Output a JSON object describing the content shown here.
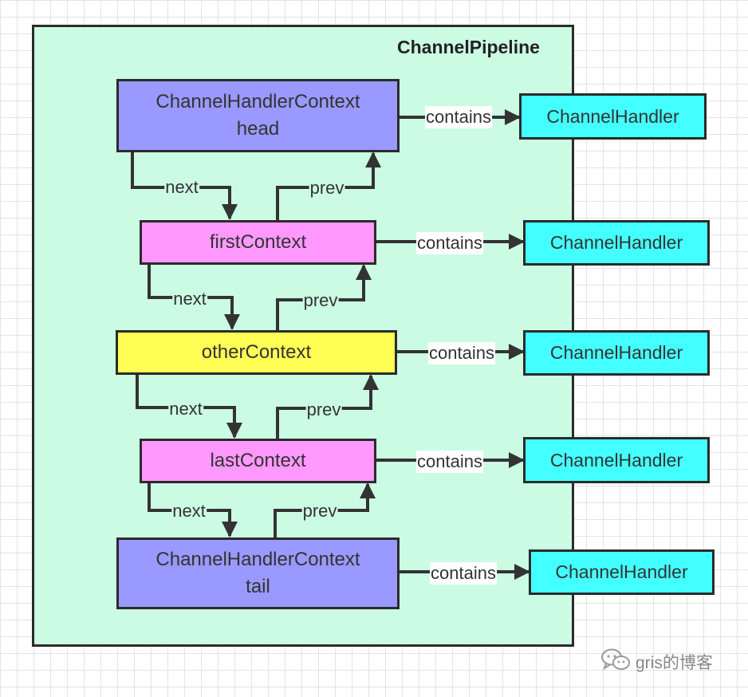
{
  "diagram": {
    "pipeline_label": "ChannelPipeline",
    "contexts": [
      {
        "line1": "ChannelHandlerContext",
        "line2": "head",
        "color": "#9999ff"
      },
      {
        "line1": "firstContext",
        "line2": "",
        "color": "#ff99ff"
      },
      {
        "line1": "otherContext",
        "line2": "",
        "color": "#ffff55"
      },
      {
        "line1": "lastContext",
        "line2": "",
        "color": "#ff99ff"
      },
      {
        "line1": "ChannelHandlerContext",
        "line2": "tail",
        "color": "#9999ff"
      }
    ],
    "handlers": [
      {
        "label": "ChannelHandler"
      },
      {
        "label": "ChannelHandler"
      },
      {
        "label": "ChannelHandler"
      },
      {
        "label": "ChannelHandler"
      },
      {
        "label": "ChannelHandler"
      }
    ],
    "edges": {
      "contains_label": "contains",
      "next_label": "next",
      "prev_label": "prev"
    },
    "colors": {
      "pipeline_fill": "#ccfbe4",
      "handler_fill": "#44ffff",
      "stroke": "#2b2b2b"
    }
  },
  "watermark": {
    "icon": "wechat-icon",
    "text": "gris的博客"
  }
}
